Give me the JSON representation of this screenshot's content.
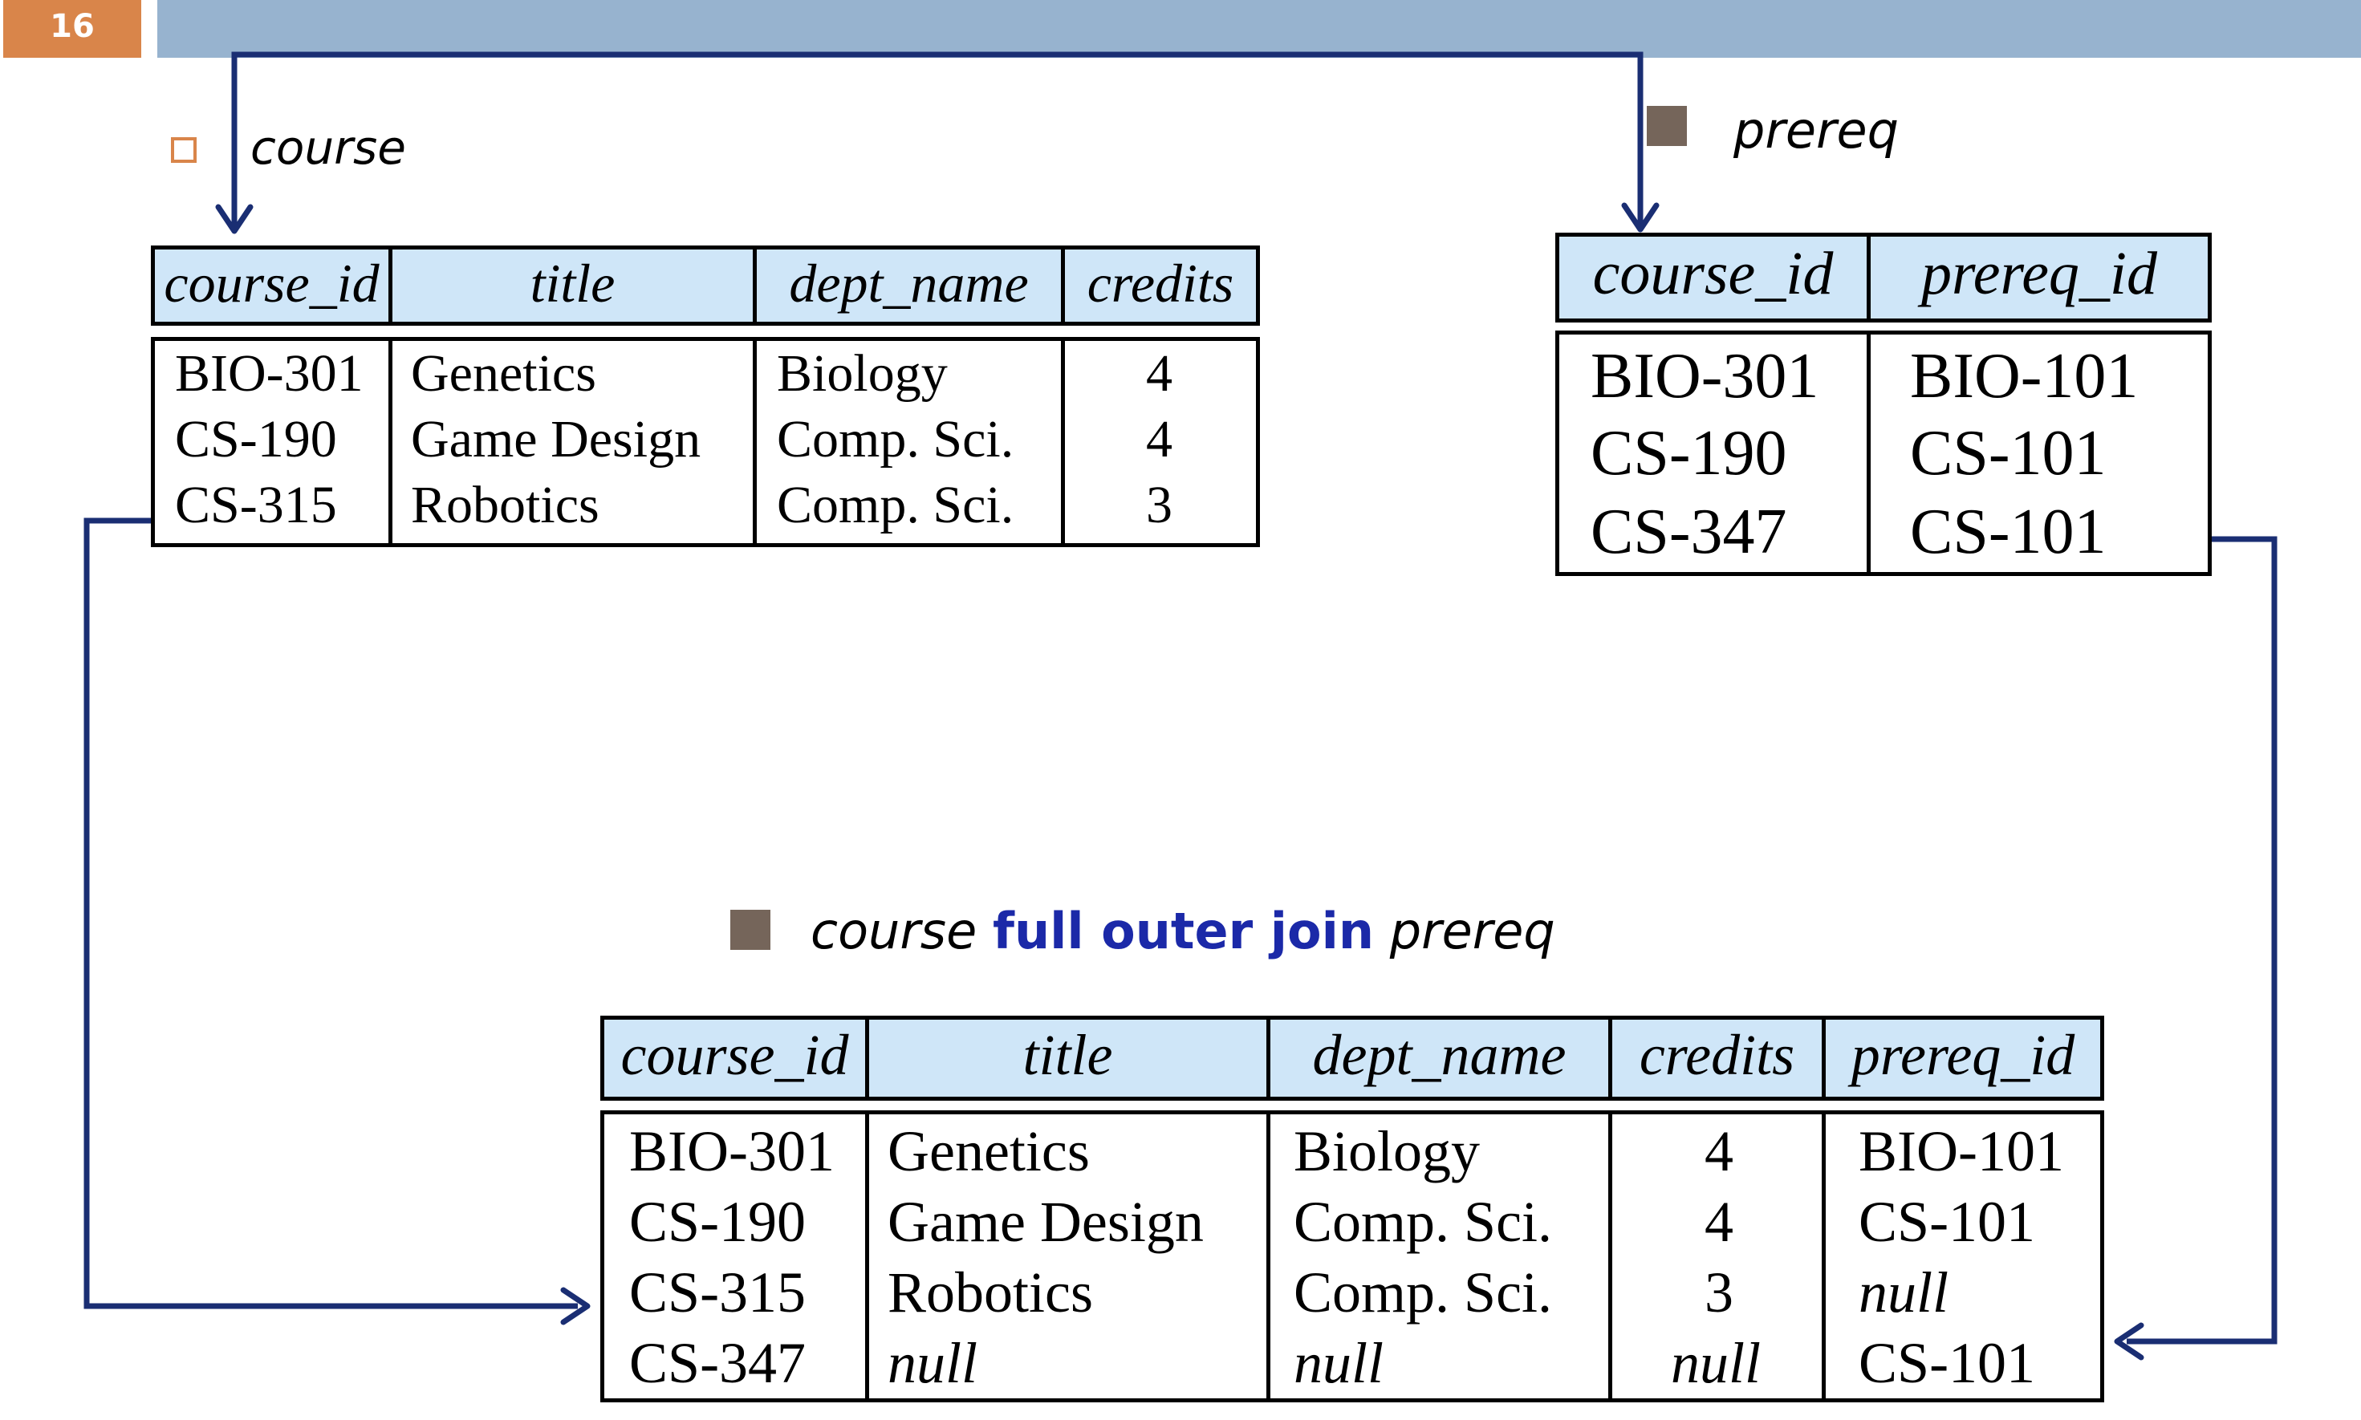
{
  "slide": {
    "page_number": "16"
  },
  "course": {
    "label": "course",
    "columns": [
      "course_id",
      "title",
      "dept_name",
      "credits"
    ],
    "rows": [
      [
        "BIO-301",
        "Genetics",
        "Biology",
        "4"
      ],
      [
        "CS-190",
        "Game Design",
        "Comp. Sci.",
        "4"
      ],
      [
        "CS-315",
        "Robotics",
        "Comp. Sci.",
        "3"
      ]
    ]
  },
  "prereq": {
    "label": "prereq",
    "columns": [
      "course_id",
      "prereq_id"
    ],
    "rows": [
      [
        "BIO-301",
        "BIO-101"
      ],
      [
        "CS-190",
        "CS-101"
      ],
      [
        "CS-347",
        "CS-101"
      ]
    ]
  },
  "result": {
    "label_left": "course",
    "label_keyword": "full outer join",
    "label_right": "prereq",
    "columns": [
      "course_id",
      "title",
      "dept_name",
      "credits",
      "prereq_id"
    ],
    "rows": [
      [
        "BIO-301",
        "Genetics",
        "Biology",
        "4",
        "BIO-101"
      ],
      [
        "CS-190",
        "Game Design",
        "Comp. Sci.",
        "4",
        "CS-101"
      ],
      [
        "CS-315",
        "Robotics",
        "Comp. Sci.",
        "3",
        "null"
      ],
      [
        "CS-347",
        "null",
        "null",
        "null",
        "CS-101"
      ]
    ]
  },
  "colors": {
    "top_bar": "#97b3cf",
    "page_number_bg": "#d9854a",
    "header_fill": "#cfe6f8",
    "arrow": "#1a2e73",
    "keyword": "#1b29a8",
    "bullet_solid": "#75655a"
  }
}
